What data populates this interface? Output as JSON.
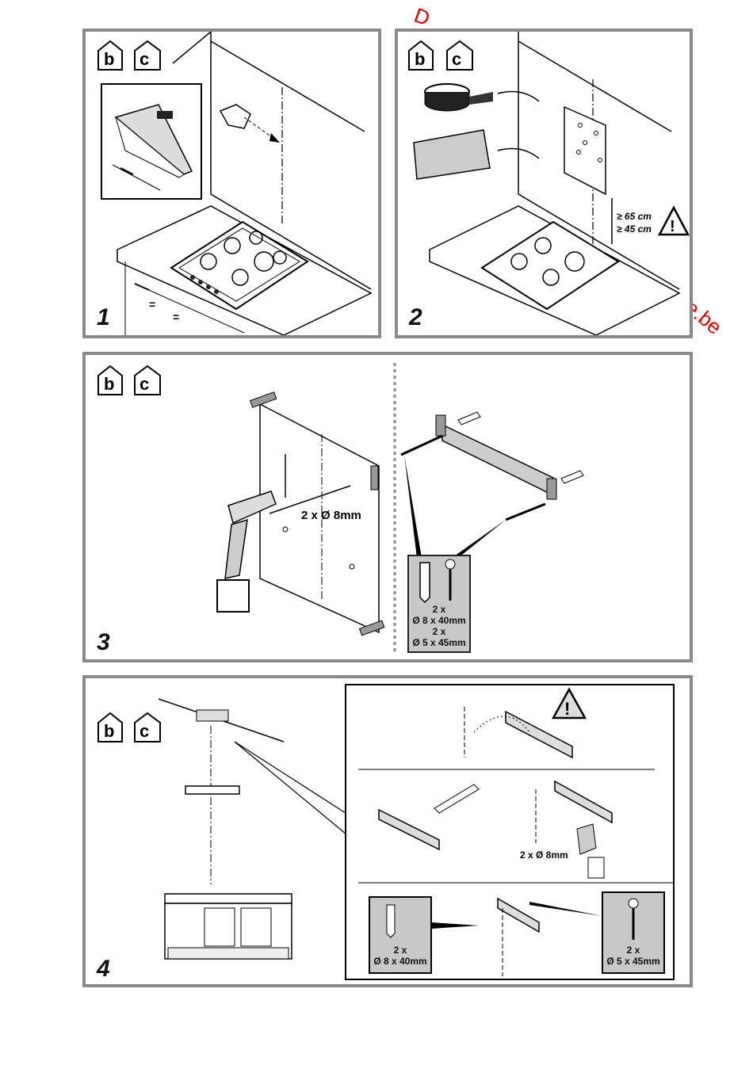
{
  "watermark": {
    "top": "D",
    "right": "e.be"
  },
  "icons": {
    "left": "ducted-mode-icon",
    "right": "recirculation-mode-icon"
  },
  "steps": [
    {
      "number": "1"
    },
    {
      "number": "2",
      "dimensions": [
        "≥ 65 cm",
        "≥ 45 cm"
      ]
    },
    {
      "number": "3",
      "drill_label": "2 x Ø 8mm",
      "parts": {
        "qty1": "2 x",
        "plug": "Ø 8 x 40mm",
        "qty2": "2 x",
        "screw": "Ø 5 x 45mm"
      }
    },
    {
      "number": "4",
      "drill_label": "2 x Ø 8mm",
      "plugs": {
        "qty": "2 x",
        "size": "Ø 8 x 40mm"
      },
      "screws": {
        "qty": "2 x",
        "size": "Ø 5 x 45mm"
      }
    }
  ],
  "measure_marks": [
    "=",
    "="
  ]
}
